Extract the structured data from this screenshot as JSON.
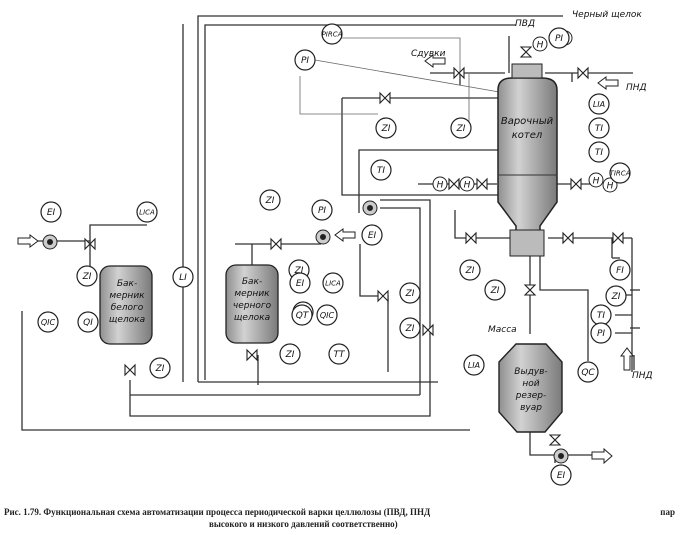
{
  "diagram": {
    "streams": {
      "black_liquor": "Черный щелок",
      "hp": "ПВД",
      "lp_top": "ПНД",
      "lp_right": "ПНД",
      "blowoff": "Сдувки",
      "mass": "Масса"
    },
    "vessels": {
      "digester": [
        "Варочный",
        "котел"
      ],
      "white_tank": [
        "Бак-",
        "мерник",
        "белого",
        "щелока"
      ],
      "black_tank": [
        "Бак-",
        "мерник",
        "черного",
        "щелока"
      ],
      "blow_tank": [
        "Выдув-",
        "ной",
        "резер-",
        "вуар"
      ]
    },
    "valve_letters": [
      "Н",
      "Н",
      "Н",
      "Н",
      "Н",
      "Н"
    ],
    "instruments": [
      "PIRCA",
      "PI",
      "ZI",
      "ZI",
      "ZI",
      "PI",
      "TI",
      "PI",
      "LIA",
      "TI",
      "TI",
      "TIRCA",
      "EI",
      "LICA",
      "ZI",
      "LI",
      "ZI",
      "EI",
      "LT",
      "LICA",
      "EI",
      "ZI",
      "ZI",
      "ZI",
      "ZI",
      "FI",
      "TI",
      "PI",
      "QIC",
      "QI",
      "ZI",
      "QT",
      "QIC",
      "ZI",
      "TT",
      "ZI",
      "LIA",
      "QC",
      "EI"
    ]
  },
  "caption": {
    "line1": "Рис. 1.79. Функциональная схема автоматизации процесса периодической варки целлюлозы (ПВД, ПНД",
    "line1_right": "пар",
    "line2": "высокого и низкого давлений соответственно)"
  }
}
